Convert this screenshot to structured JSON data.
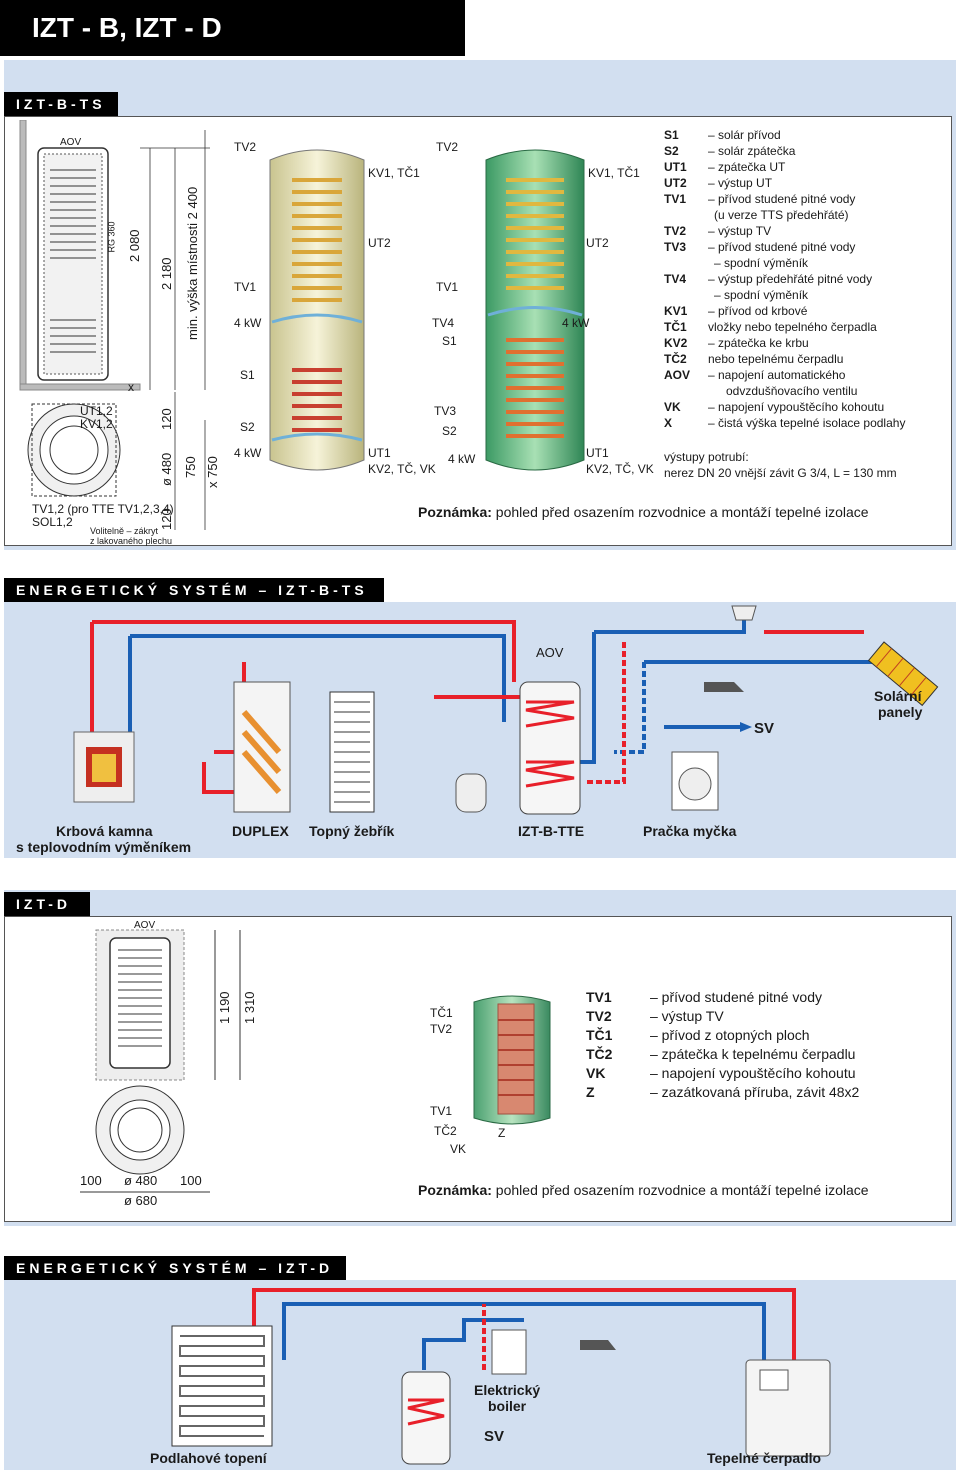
{
  "page_title": "IZT - B, IZT - D",
  "sections": {
    "izt_b_ts": "IZT-B-TS",
    "energy_b": "ENERGETICKÝ SYSTÉM – IZT-B-TS",
    "izt_d": "IZT-D",
    "energy_d": "ENERGETICKÝ SYSTÉM – IZT-D"
  },
  "dims_b": {
    "aov": "AOV",
    "d2080": "2 080",
    "d2180": "2 180",
    "room": "min. výška místnosti 2 400",
    "d120a": "120",
    "d480": "ø 480",
    "d750": "750",
    "d120b": "120",
    "x750": "x 750",
    "x": "x",
    "rg": "RG 360",
    "ut12": "UT1,2",
    "kv12": "KV1,2",
    "tv_tte": "TV1,2 (pro TTE TV1,2,3,4)",
    "sol": "SOL1,2",
    "volitelne": "Volitelně – zákryt",
    "plech": "z lakovaného plechu"
  },
  "tank1": {
    "tv2": "TV2",
    "kv1tc1": "KV1, TČ1",
    "ut2": "UT2",
    "tv1": "TV1",
    "kw_top": "4 kW",
    "s1": "S1",
    "s2": "S2",
    "kw_bot": "4 kW",
    "ut1": "UT1",
    "kv2": "KV2, TČ, VK"
  },
  "tank2": {
    "tv2": "TV2",
    "kv1tc1": "KV1, TČ1",
    "ut2": "UT2",
    "tv1": "TV1",
    "tv4": "TV4",
    "s1": "S1",
    "kw_mid": "4 kW",
    "tv3": "TV3",
    "s2": "S2",
    "kw_bot": "4 kW",
    "ut1": "UT1",
    "kv2": "KV2, TČ, VK"
  },
  "legend_b": [
    {
      "code": "S1",
      "text": "– solár přívod"
    },
    {
      "code": "S2",
      "text": "– solár zpátečka"
    },
    {
      "code": "UT1",
      "text": "– zpátečka UT"
    },
    {
      "code": "UT2",
      "text": "– výstup UT"
    },
    {
      "code": "TV1",
      "text": "– přívod studené pitné vody"
    },
    {
      "code": "",
      "text": "(u verze TTS předehřáté)"
    },
    {
      "code": "TV2",
      "text": "– výstup TV"
    },
    {
      "code": "TV3",
      "text": "– přívod studené pitné vody"
    },
    {
      "code": "",
      "text": "– spodní výměník"
    },
    {
      "code": "TV4",
      "text": "– výstup předehřáté pitné vody"
    },
    {
      "code": "",
      "text": "– spodní výměník"
    },
    {
      "code": "KV1",
      "text": "– přívod od krbové"
    },
    {
      "code": "TČ1",
      "text": "vložky nebo tepelného čerpadla"
    },
    {
      "code": "KV2",
      "text": "– zpátečka ke krbu"
    },
    {
      "code": "TČ2",
      "text": "nebo tepelnému čerpadlu"
    },
    {
      "code": "AOV",
      "text": "– napojení automatického"
    },
    {
      "code": "",
      "text": "odvzdušňovacího ventilu"
    },
    {
      "code": "VK",
      "text": "– napojení vypouštěcího kohoutu"
    },
    {
      "code": "X",
      "text": "– čistá výška tepelné isolace podlahy"
    }
  ],
  "outputs_b": [
    "výstupy potrubí:",
    "nerez DN 20 vnější závit G 3/4, L = 130 mm"
  ],
  "note_b": {
    "label": "Poznámka:",
    "text": " pohled před osazením rozvodnice a montáží tepelné izolace"
  },
  "system_b": {
    "aov": "AOV",
    "sv": "SV",
    "solar1": "Solární",
    "solar2": "panely",
    "krb1": "Krbová kamna",
    "krb2": "s teplovodním výměníkem",
    "duplex": "DUPLEX",
    "zebrik": "Topný žebřík",
    "izt": "IZT-B-TTE",
    "pracka": "Pračka myčka"
  },
  "dims_d": {
    "aov": "AOV",
    "d1190": "1 190",
    "d1310": "1 310",
    "d100a": "100",
    "d480": "ø 480",
    "d100b": "100",
    "d680": "ø 680"
  },
  "tank3": {
    "tc1": "TČ1",
    "tv2": "TV2",
    "tv1": "TV1",
    "tc2": "TČ2",
    "vk": "VK",
    "z": "Z"
  },
  "legend_d": [
    {
      "code": "TV1",
      "text": "– přívod studené pitné vody"
    },
    {
      "code": "TV2",
      "text": "– výstup TV"
    },
    {
      "code": "TČ1",
      "text": "– přívod z otopných ploch"
    },
    {
      "code": "TČ2",
      "text": "– zpátečka k tepelnému čerpadlu"
    },
    {
      "code": "VK",
      "text": "– napojení vypouštěcího kohoutu"
    },
    {
      "code": "Z",
      "text": "– zazátkovaná příruba, závit 48x2"
    }
  ],
  "note_d": {
    "label": "Poznámka:",
    "text": " pohled před osazením rozvodnice a montáží tepelné izolace"
  },
  "system_d": {
    "podlahove": "Podlahové topení",
    "boiler1": "Elektrický",
    "boiler2": "boiler",
    "sv": "SV",
    "cerpadlo": "Tepelné čerpadlo"
  },
  "colors": {
    "hot": "#e8202a",
    "cold": "#1a5fb4",
    "panel": "#d2dff0"
  }
}
